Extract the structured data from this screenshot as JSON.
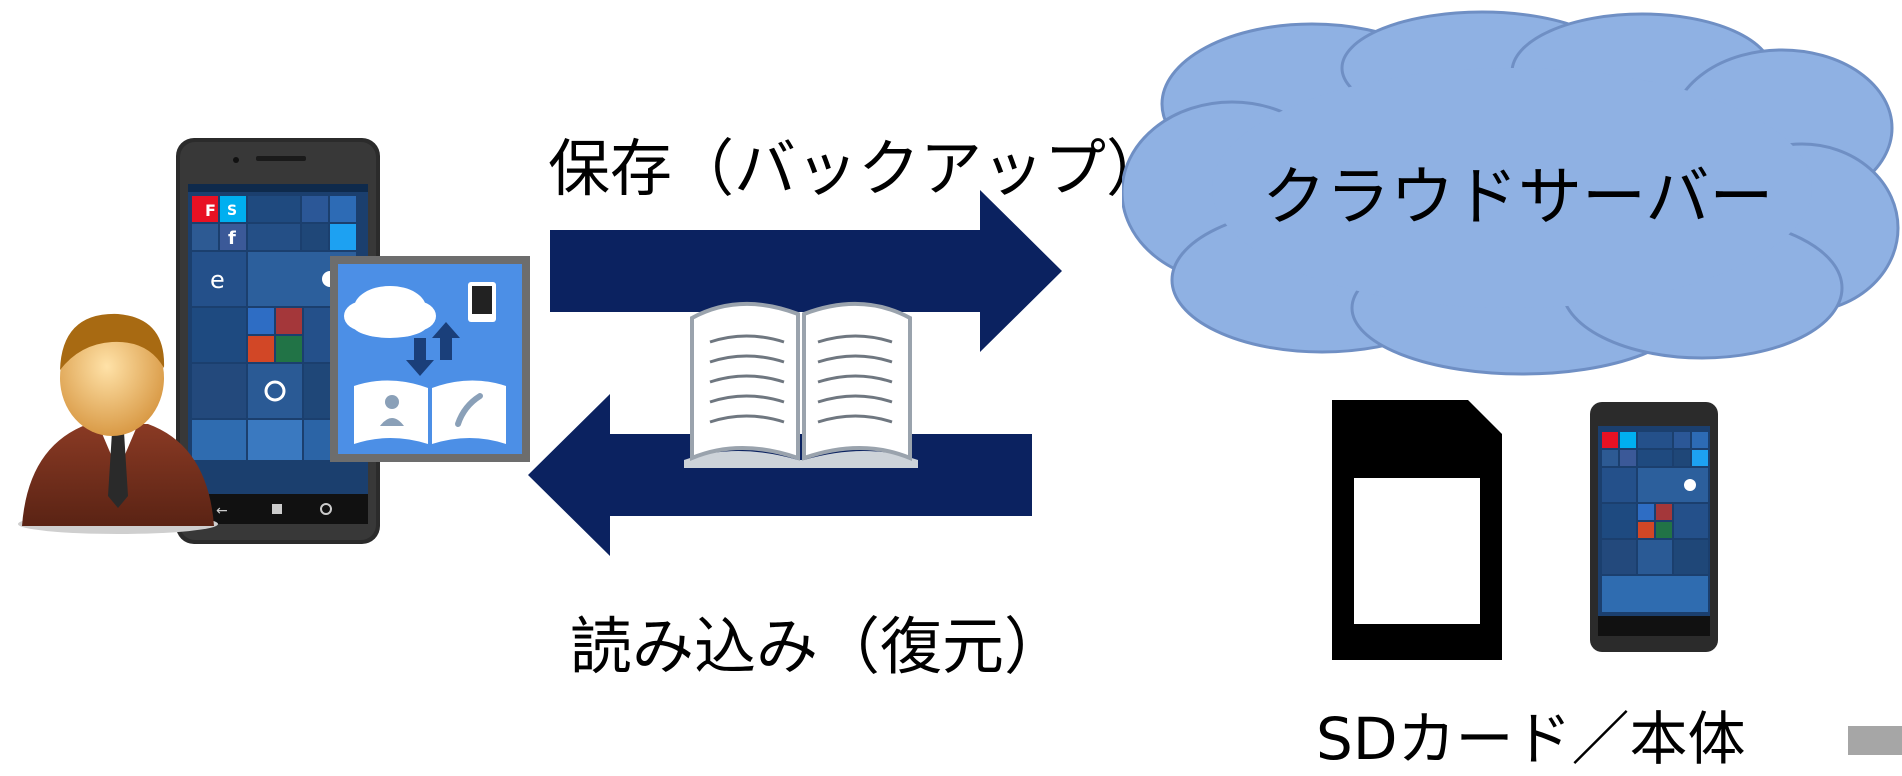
{
  "labels": {
    "save": "保存（バックアップ）",
    "load": "読み込み（復元）",
    "cloud": "クラウドサーバー",
    "storage": "SDカード／本体"
  },
  "colors": {
    "arrow": "#0b2260",
    "cloud_fill": "#8fb1e3",
    "cloud_stroke": "#6f8fc4",
    "app_icon_bg": "#4c8fe6",
    "phone_body": "#2b2b2b",
    "screen_bg": "#1b3f6e"
  },
  "icons": {
    "app": "backup-restore-app-icon",
    "book": "open-book-icon",
    "user": "businessman-avatar-icon",
    "sd": "sd-card-icon"
  }
}
